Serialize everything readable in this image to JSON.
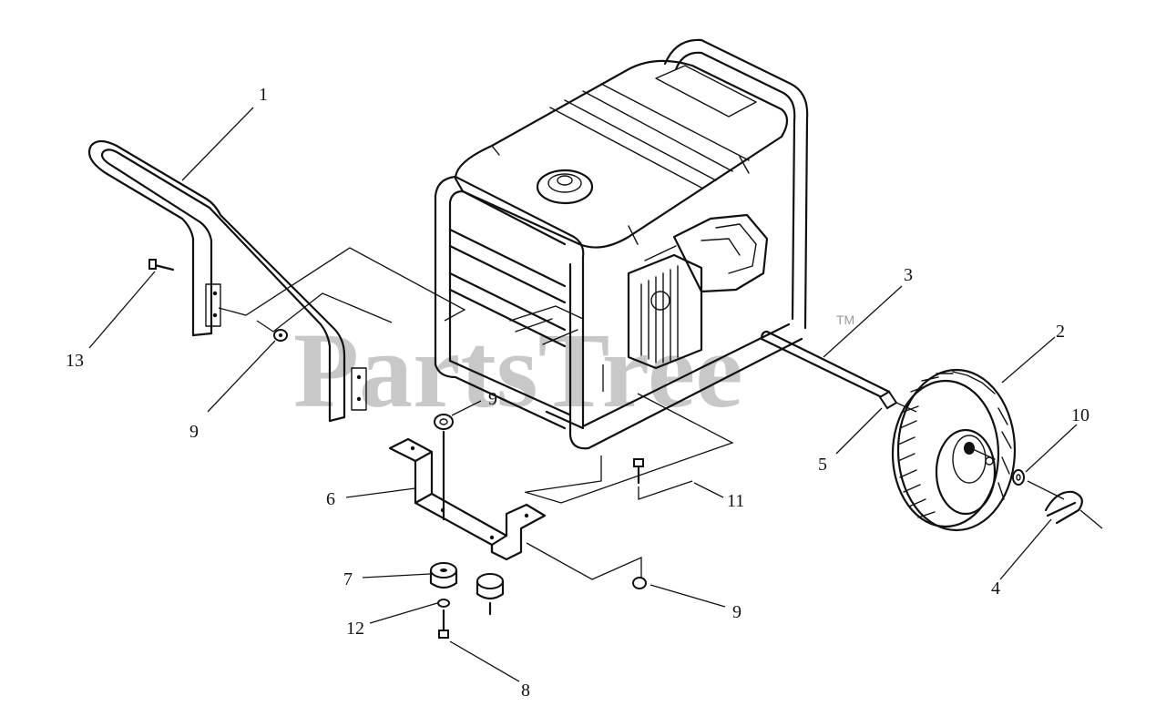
{
  "watermark": {
    "text": "PartsTree",
    "trademark": "TM"
  },
  "callouts": {
    "c1": "1",
    "c2": "2",
    "c3": "3",
    "c4": "4",
    "c5": "5",
    "c6": "6",
    "c7": "7",
    "c8": "8",
    "c9a": "9",
    "c9b": "9",
    "c9c": "9",
    "c10": "10",
    "c11": "11",
    "c12": "12",
    "c13": "13"
  }
}
